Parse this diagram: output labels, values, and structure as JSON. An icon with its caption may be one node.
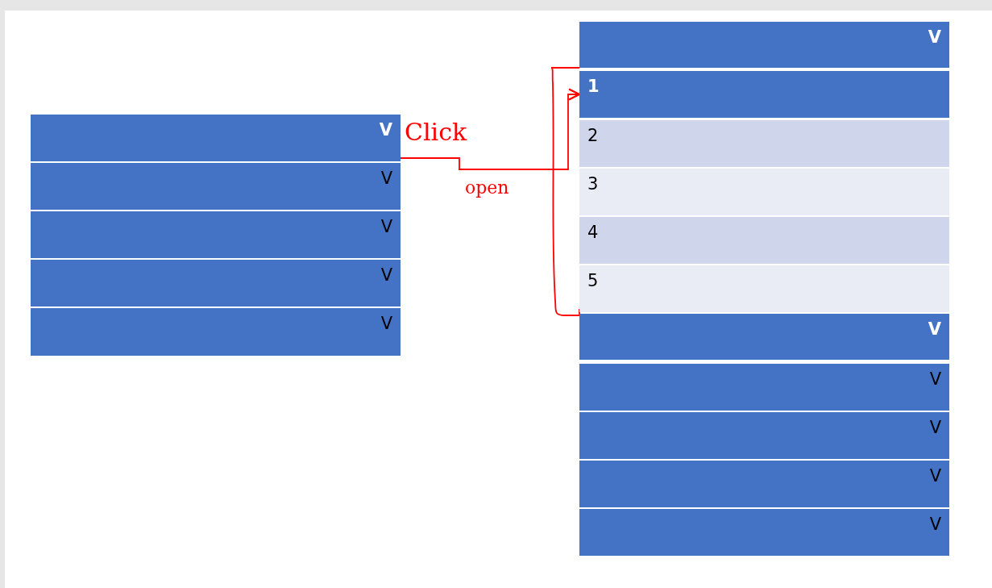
{
  "diagram": {
    "nodes": [
      {
        "text": [
          "V"
        ],
        "beside": [
          "Click"
        ]
      },
      {
        "text": [
          "V"
        ]
      },
      {
        "text": [
          "V"
        ]
      },
      {
        "text": [
          "V"
        ]
      },
      {
        "text": [
          "V"
        ]
      },
      {
        "text": [
          "V"
        ]
      },
      {
        "text": [
          "1"
        ]
      },
      {
        "text": [
          "2"
        ]
      },
      {
        "text": [
          "3"
        ]
      },
      {
        "text": [
          "4"
        ]
      },
      {
        "text": [
          "5"
        ]
      },
      {
        "text": [
          "V"
        ]
      },
      {
        "text": [
          "V"
        ]
      },
      {
        "text": [
          "V"
        ]
      },
      {
        "text": [
          "V"
        ]
      },
      {
        "text": [
          "V"
        ]
      }
    ],
    "edges": [
      {
        "from": 0,
        "to": 6,
        "arrow": "to",
        "label": "open",
        "color": "#ff0000"
      }
    ]
  }
}
